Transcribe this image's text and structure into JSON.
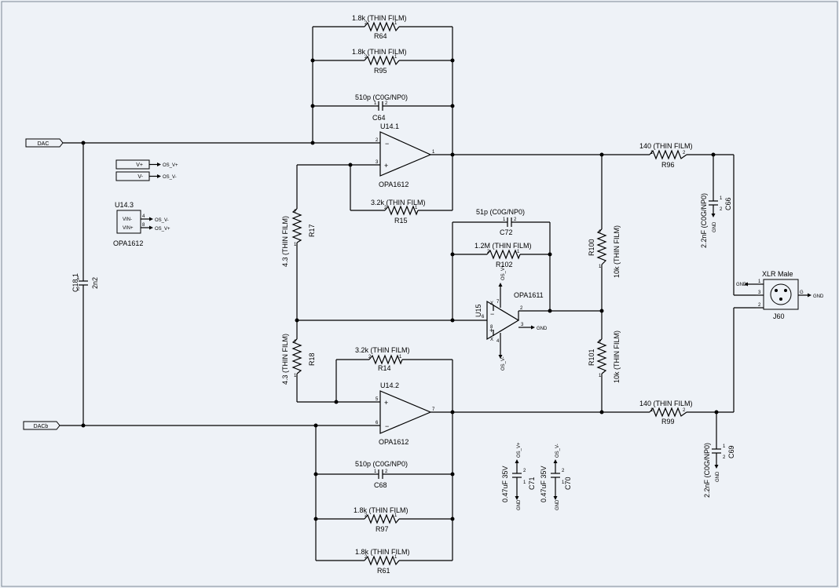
{
  "ports": {
    "dac": "DAC",
    "dacb": "DACb",
    "vplus": "V+",
    "vminus": "V-",
    "os_vp": "OS_V+",
    "os_vm": "OS_V-"
  },
  "u14_3": {
    "ref": "U14.3",
    "vin_minus": "VIN-",
    "vin_plus": "VIN+",
    "pin4": "4",
    "pin8": "8",
    "part": "OPA1612"
  },
  "u14_1": {
    "ref": "U14.1",
    "part": "OPA1612",
    "p_minus": "2",
    "p_plus": "3",
    "p_out": "1"
  },
  "u14_2": {
    "ref": "U14.2",
    "part": "OPA1612",
    "p_plus": "5",
    "p_minus": "6",
    "p_out": "7"
  },
  "u15": {
    "ref": "U15",
    "part": "OPA1611",
    "p_in": "6",
    "p_7": "7",
    "p_2": "2",
    "p_3": "3",
    "p_6": "6",
    "p_5": "5",
    "p_4": "4",
    "p_8": "8",
    "x": "X"
  },
  "r64": {
    "val": "1.8k (THIN FILM)",
    "ref": "R64"
  },
  "r95": {
    "val": "1.8k (THIN FILM)",
    "ref": "R95"
  },
  "c64": {
    "val": "510p (C0G/NP0)",
    "ref": "C64"
  },
  "r15": {
    "val": "3.2k (THIN FILM)",
    "ref": "R15"
  },
  "c72": {
    "val": "51p (C0G/NP0)",
    "ref": "C72"
  },
  "r102": {
    "val": "1.2M (THIN FILM)",
    "ref": "R102"
  },
  "r17": {
    "val": "4.3 (THIN FILM)",
    "ref": "R17"
  },
  "r18": {
    "val": "4.3 (THIN FILM)",
    "ref": "R18"
  },
  "r14": {
    "val": "3.2k (THIN FILM)",
    "ref": "R14"
  },
  "c68": {
    "val": "510p (C0G/NP0)",
    "ref": "C68"
  },
  "r97": {
    "val": "1.8k (THIN FILM)",
    "ref": "R97"
  },
  "r61": {
    "val": "1.8k (THIN FILM)",
    "ref": "R61"
  },
  "r100": {
    "val": "10k (THIN FILM)",
    "ref": "R100"
  },
  "r101": {
    "val": "10k (THIN FILM)",
    "ref": "R101"
  },
  "r96": {
    "val": "140 (THIN FILM)",
    "ref": "R96"
  },
  "r99": {
    "val": "140 (THIN FILM)",
    "ref": "R99"
  },
  "c66": {
    "val": "2.2nF (C0G/NP0)",
    "ref": "C66"
  },
  "c69": {
    "val": "2.2nF (C0G/NP0)",
    "ref": "C69"
  },
  "c18_1": {
    "val": "2n2",
    "ref": "C18.1"
  },
  "c71": {
    "val": "0.47uF 35V",
    "ref": "C71"
  },
  "c70": {
    "val": "0.47uF 35V",
    "ref": "C70"
  },
  "j60": {
    "title": "XLR Male",
    "ref": "J60",
    "p1": "1",
    "p2": "2",
    "p3": "3",
    "pg": "G"
  },
  "gnd": "GND",
  "pin1": "1",
  "pin2": "2"
}
